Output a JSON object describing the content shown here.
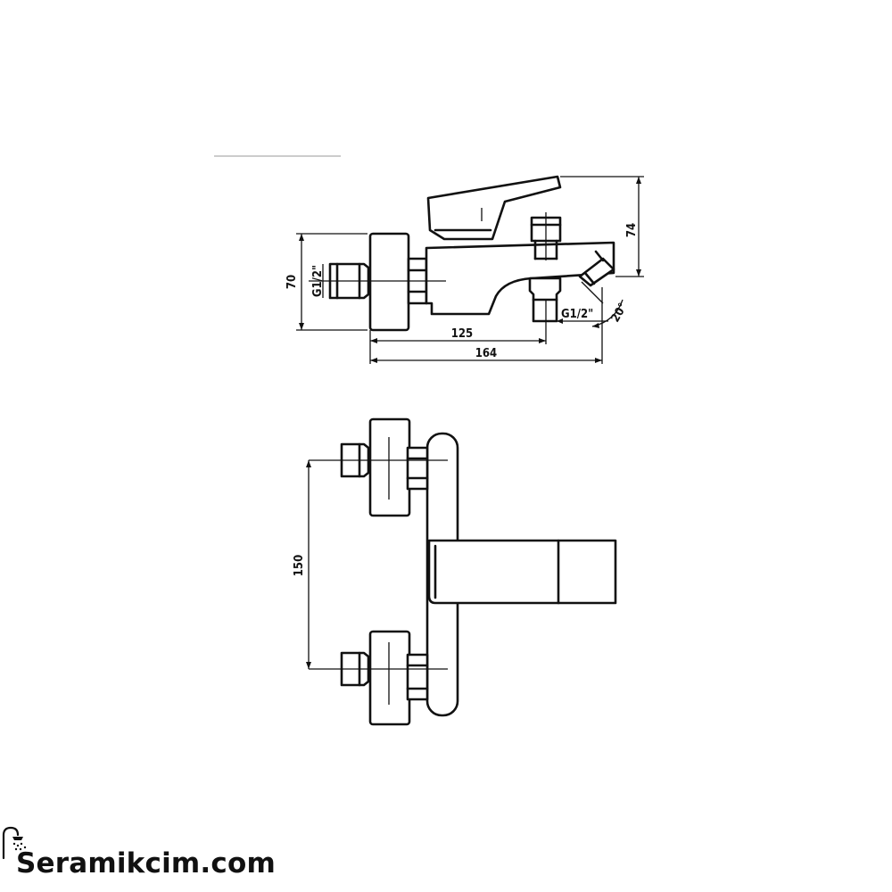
{
  "brand": {
    "name": "Seramikcim.com",
    "icon": "shower-icon"
  },
  "dimensions": {
    "height_body": "70",
    "height_top": "74",
    "thread_inlet": "G1/2\"",
    "thread_outlet": "G1/2\"",
    "spout_reach": "125",
    "total_depth": "164",
    "angle": "20°",
    "inlet_centers": "150"
  },
  "colors": {
    "line": "#111111",
    "background": "#ffffff"
  }
}
